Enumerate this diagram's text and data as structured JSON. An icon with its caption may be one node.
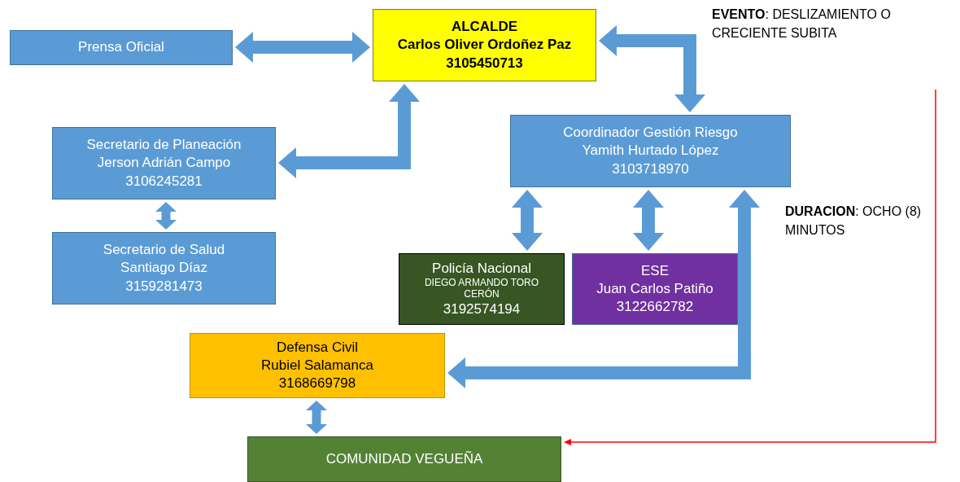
{
  "diagram": {
    "nodes": [
      {
        "text": [
          "Prensa Oficial"
        ]
      },
      {
        "text": [
          "ALCALDE",
          "Carlos Oliver Ordoñez Paz",
          "3105450713"
        ]
      },
      {
        "text": [
          "Coordinador Gestión Riesgo",
          "Yamith Hurtado López",
          "3103718970"
        ]
      },
      {
        "text": [
          "Secretario de Planeación",
          "Jerson Adrián Campo",
          "3106245281"
        ]
      },
      {
        "text": [
          "Secretario de Salud",
          "Santiago Díaz",
          "3159281473"
        ]
      },
      {
        "text": [
          "Policía Nacional",
          "DIEGO ARMANDO TORO CERÓN",
          "3192574194"
        ]
      },
      {
        "text": [
          "ESE",
          "Juan Carlos Patiño",
          "3122662782"
        ]
      },
      {
        "text": [
          "Defensa Civil",
          "Rubiel Salamanca",
          "3168669798"
        ]
      },
      {
        "text": [
          "COMUNIDAD VEGUEÑA"
        ]
      }
    ],
    "edges": [
      {
        "from": 0,
        "to": 1,
        "arrow": "both"
      },
      {
        "from": 1,
        "to": 3,
        "arrow": "both"
      },
      {
        "from": 1,
        "to": 2,
        "arrow": "both"
      },
      {
        "from": 3,
        "to": 4,
        "arrow": "both"
      },
      {
        "from": 2,
        "to": 5,
        "arrow": "both"
      },
      {
        "from": 2,
        "to": 6,
        "arrow": "both"
      },
      {
        "from": 7,
        "to": 2,
        "arrow": "both"
      },
      {
        "from": 7,
        "to": 8,
        "arrow": "both"
      },
      {
        "from": null,
        "to": 8,
        "arrow": "to",
        "color": "#ff0000"
      }
    ],
    "labels": [
      "**EVENTO**: DESLIZAMIENTO O CRECIENTE SUBITA",
      "**DURACION**: OCHO (8) MINUTOS"
    ]
  }
}
